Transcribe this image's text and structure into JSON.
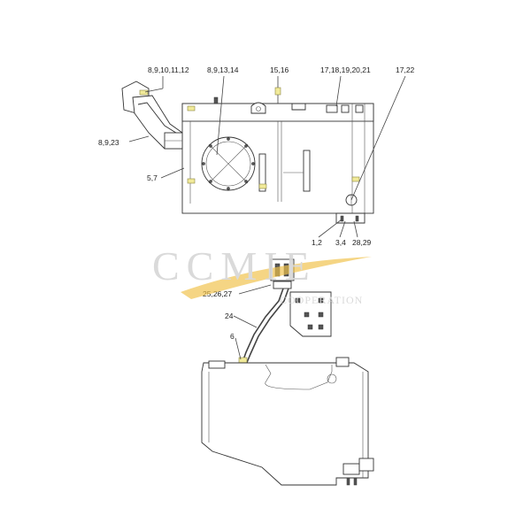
{
  "callouts": {
    "c_8_9_10_11_12": "8,9,10,11,12",
    "c_8_9_13_14": "8,9,13,14",
    "c_15_16": "15,16",
    "c_17_18_19_20_21": "17,18,19,20,21",
    "c_17_22": "17,22",
    "c_8_9_23": "8,9,23",
    "c_5_7": "5,7",
    "c_1_2": "1,2",
    "c_3_4": "3,4",
    "c_28_29": "28,29",
    "c_25_26_27": "25,26,27",
    "c_24": "24",
    "c_6": "6"
  },
  "watermark": {
    "brand": "CCMIE",
    "subtitle": "COOPERATION",
    "swoosh_color": "#f0c24a",
    "text_color": "#d6d6d6"
  },
  "colors": {
    "highlight": "#f1ea9a",
    "line": "#333333"
  }
}
